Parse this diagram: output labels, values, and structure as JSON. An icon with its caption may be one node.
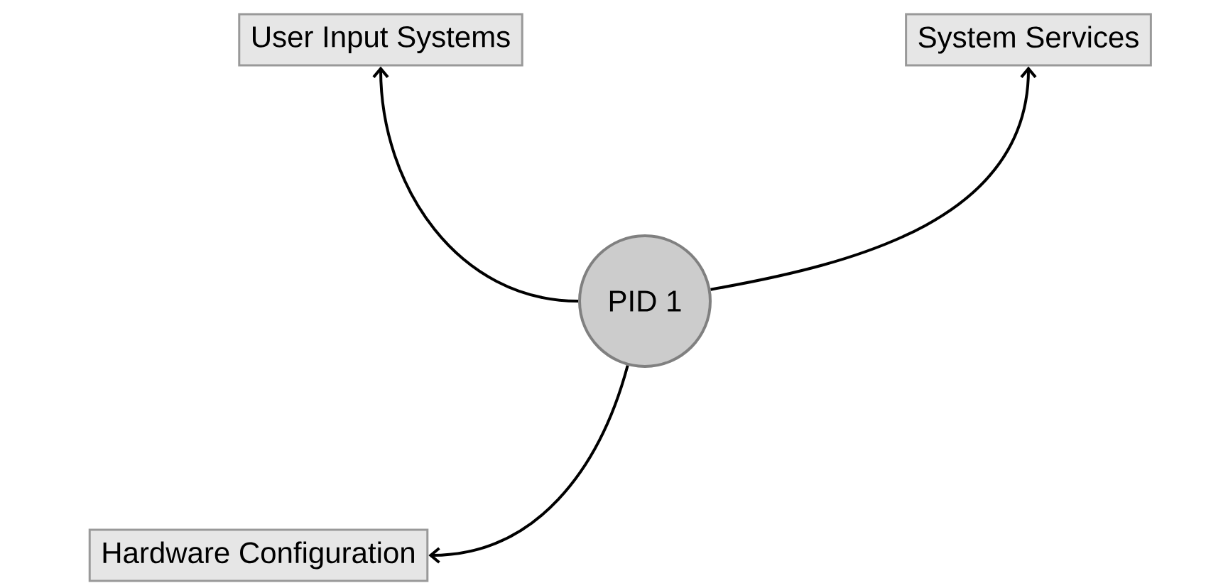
{
  "diagram": {
    "nodes": [
      {
        "text": [
          "User Input Systems"
        ]
      },
      {
        "text": [
          "System Services"
        ]
      },
      {
        "text": [
          "PID 1"
        ]
      },
      {
        "text": [
          "Hardware Configuration"
        ]
      }
    ],
    "edges": [
      {
        "from": 2,
        "to": 0,
        "arrow": "to"
      },
      {
        "from": 2,
        "to": 1,
        "arrow": "to"
      },
      {
        "from": 2,
        "to": 3,
        "arrow": "to"
      }
    ]
  }
}
